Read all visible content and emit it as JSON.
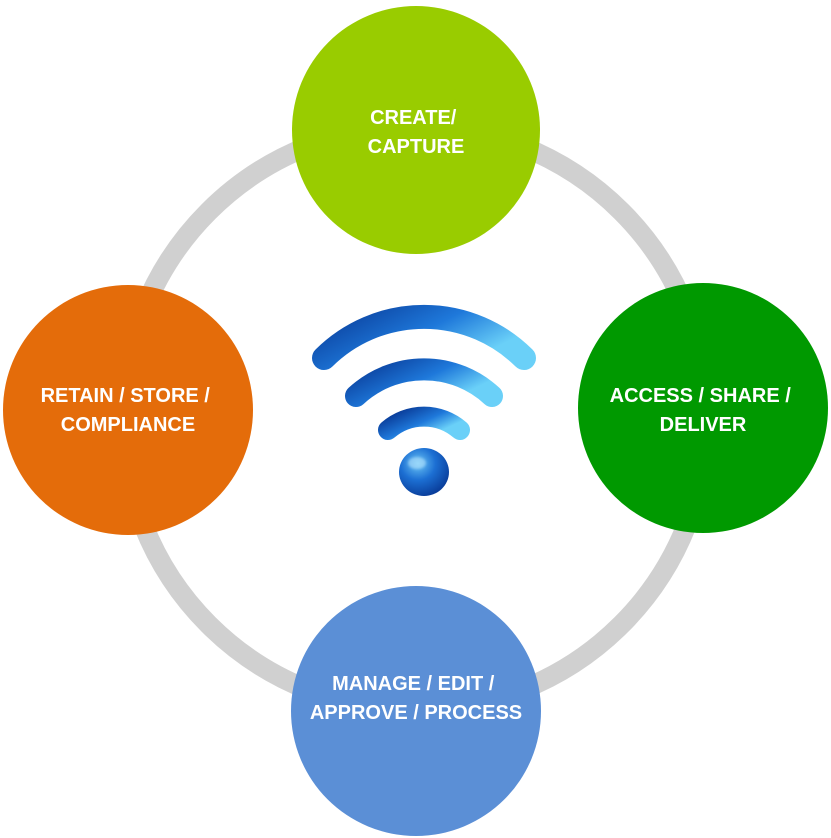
{
  "diagram": {
    "nodes": [
      {
        "id": "create",
        "lines": [
          "CREATE/",
          "CAPTURE"
        ],
        "color": "#99CC00"
      },
      {
        "id": "access",
        "lines": [
          "ACCESS / SHARE /",
          "DELIVER"
        ],
        "color": "#009900"
      },
      {
        "id": "manage",
        "lines": [
          "MANAGE / EDIT /",
          "APPROVE / PROCESS"
        ],
        "color": "#5B8FD6"
      },
      {
        "id": "retain",
        "lines": [
          "RETAIN / STORE /",
          "COMPLIANCE"
        ],
        "color": "#E46C0A"
      }
    ],
    "ring_color": "#D0D0D0",
    "center_icon": "wifi-icon",
    "icon_colors": {
      "light": "#5FC8F5",
      "mid": "#1C6FD3",
      "dark": "#0A3E9B"
    }
  }
}
